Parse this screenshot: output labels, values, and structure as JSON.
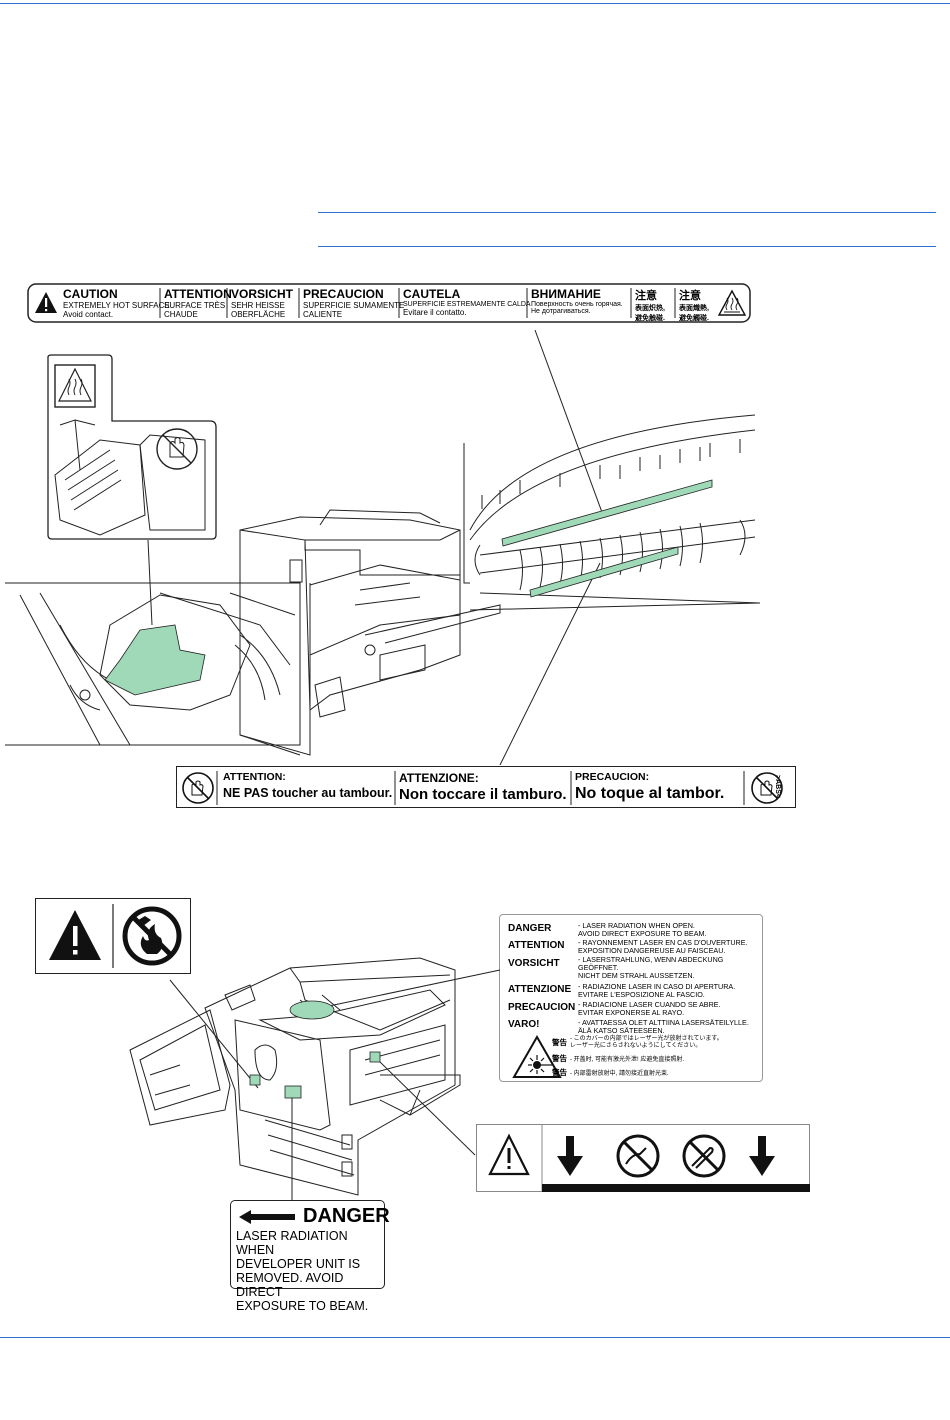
{
  "colors": {
    "rule": "#2f6fd0",
    "highlight": "#9fd9b8"
  },
  "hot_label": {
    "sections": [
      {
        "title": "CAUTION",
        "line1": "EXTREMELY HOT SURFACE",
        "line2": "Avoid contact."
      },
      {
        "title": "ATTENTION",
        "line1": "SURFACE TRÈS",
        "line2": "CHAUDE"
      },
      {
        "title": "VORSICHT",
        "line1": "SEHR HEISSE",
        "line2": "OBERFLÄCHE"
      },
      {
        "title": "PRECAUCION",
        "line1": "SUPERFICIE SUMAMENTE",
        "line2": "CALIENTE"
      },
      {
        "title": "CAUTELA",
        "line1": "SUPERFICIE ESTREMAMENTE CALDA",
        "line2": "Evitare il contatto."
      },
      {
        "title": "ВНИМАНИЕ",
        "line1": "Поверхность очень горячая.",
        "line2": "Не дотрагиваться."
      },
      {
        "title": "注意",
        "line1": "表面炽热,",
        "line2": "避免触碰."
      },
      {
        "title": "注意",
        "line1": "表面熾熱,",
        "line2": "避免觸碰."
      }
    ]
  },
  "drum_label": {
    "sections": [
      {
        "title": "ATTENTION:",
        "text": "NE PAS toucher au tambour."
      },
      {
        "title": "ATTENZIONE:",
        "text": "Non toccare il tamburo."
      },
      {
        "title": "PRECAUCION:",
        "text": "No toque al tambor."
      }
    ],
    "side_mark": ">ABS<"
  },
  "laser_label": {
    "rows": [
      {
        "word": "DANGER",
        "text": "- LASER RADIATION WHEN OPEN.\n  AVOID DIRECT EXPOSURE TO BEAM."
      },
      {
        "word": "ATTENTION",
        "text": "- RAYONNEMENT LASER EN CAS D'OUVERTURE.\n  EXPOSITION DANGEREUSE AU FAISCEAU."
      },
      {
        "word": "VORSICHT",
        "text": "- LASERSTRAHLUNG, WENN ABDECKUNG\n  GEÖFFNET.\n  NICHT DEM STRAHL AUSSETZEN."
      },
      {
        "word": "ATTENZIONE",
        "text": "- RADIAZIONE LASER IN CASO DI APERTURA.\n  EVITARE L'ESPOSIZIONE AL FASCIO."
      },
      {
        "word": "PRECAUCION",
        "text": "- RADIACIONE LASER CUANDO SE ABRE.\n  EVITAR EXPONERSE AL RAYO."
      },
      {
        "word": "VARO!",
        "text": "- AVATTAESSA OLET ALTTIINA LASERSÄTEILYLLE.\n  ÄLÄ KATSO SÄTEESEEN."
      }
    ],
    "jp_rows": [
      {
        "word": "警告",
        "text": "- このカバーの内部ではレーザー光が放射されています。\n  レーザー光にさらされないようにしてください。"
      },
      {
        "word": "警告",
        "text": "- 开盖时, 可能有激光外泄! 应避免直接照射."
      },
      {
        "word": "警告",
        "text": "- 内部雷射放射中, 請勿接近直射光束."
      }
    ]
  },
  "danger_label": {
    "title": "DANGER",
    "body": "LASER RADIATION WHEN\nDEVELOPER UNIT IS\nREMOVED. AVOID DIRECT\nEXPOSURE TO BEAM."
  }
}
